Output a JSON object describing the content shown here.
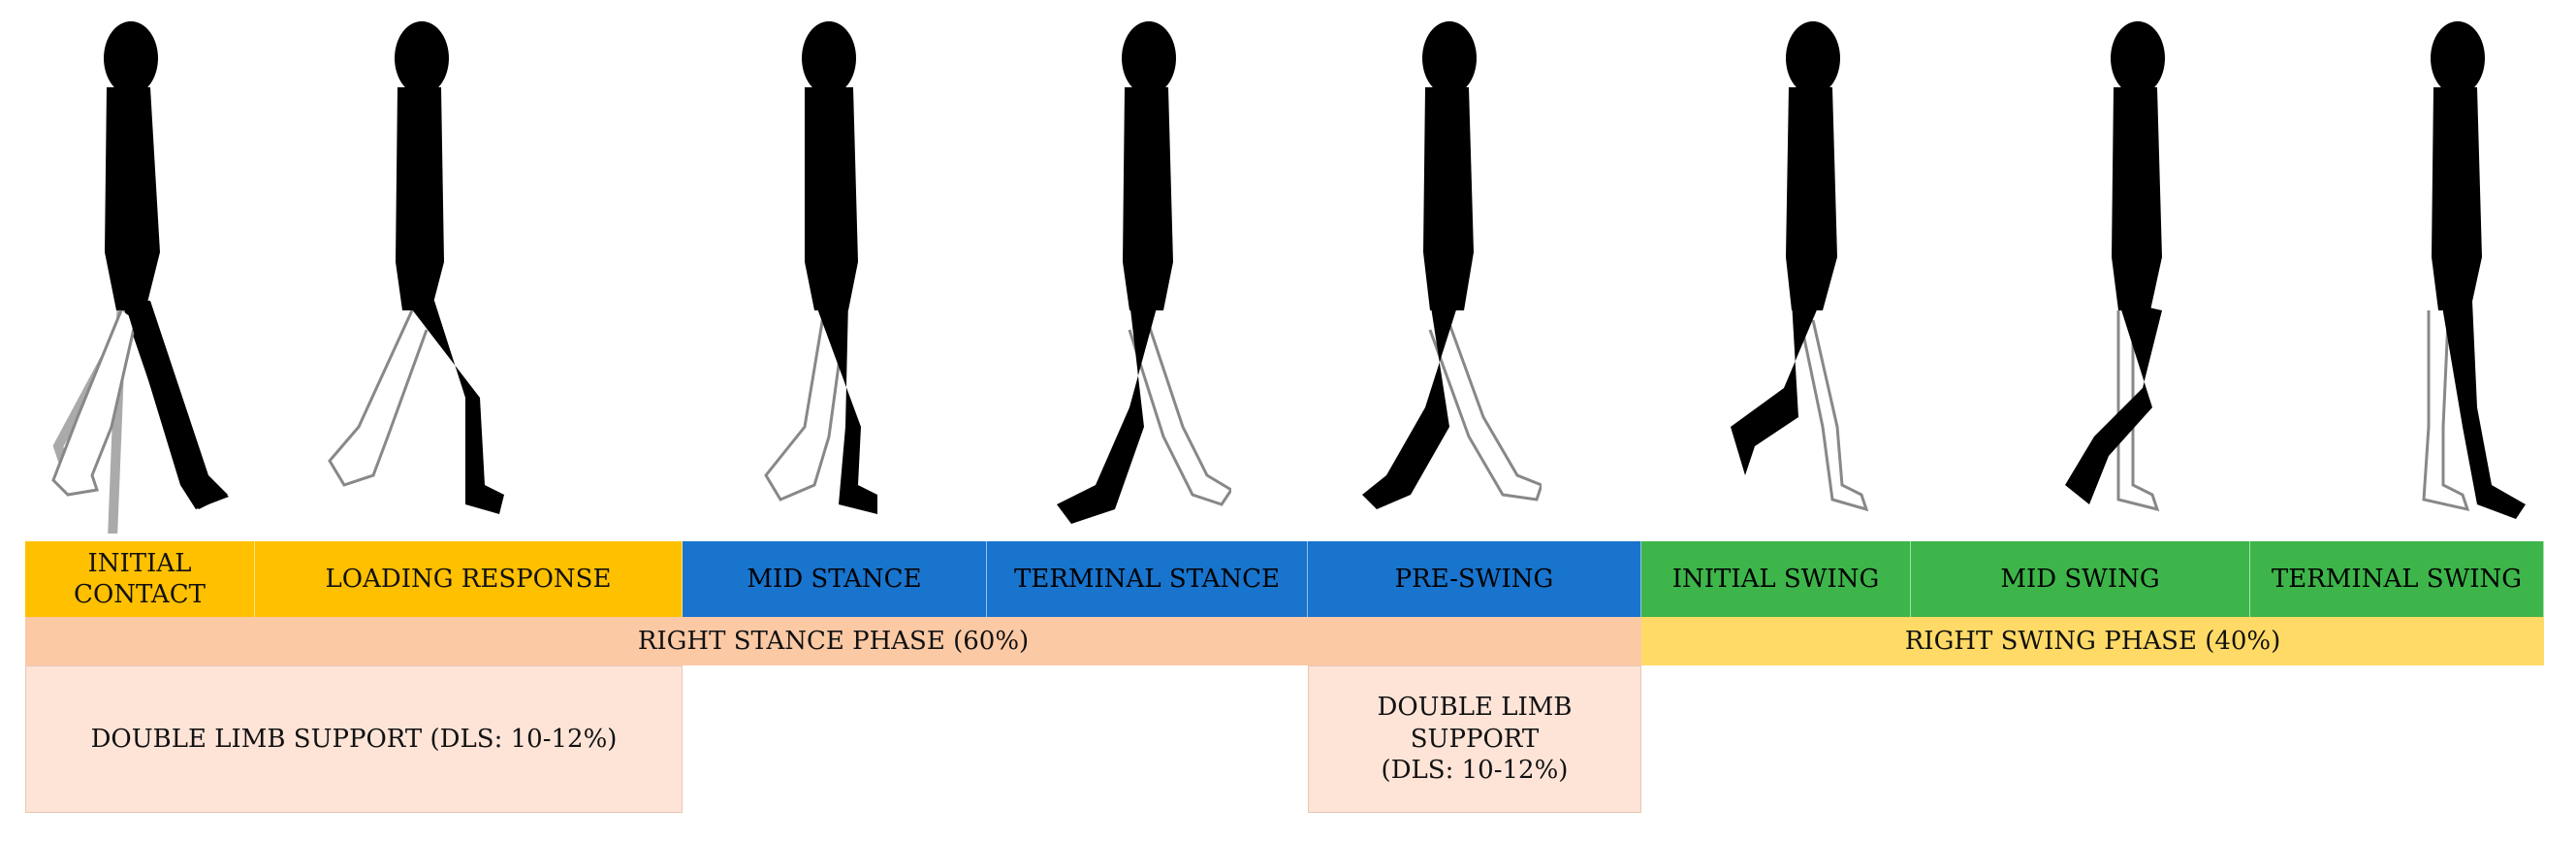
{
  "colors": {
    "stance_early": "#FFC000",
    "stance_mid": "#1874CD",
    "swing": "#3DB54A",
    "stance_phase": "#FCC9A5",
    "swing_phase": "#FFDA66",
    "double_support": "#FDE4D7"
  },
  "subphases": [
    {
      "label": "INITIAL CONTACT",
      "color": "orange"
    },
    {
      "label": "LOADING RESPONSE",
      "color": "orange"
    },
    {
      "label": "MID STANCE",
      "color": "blue"
    },
    {
      "label": "TERMINAL STANCE",
      "color": "blue"
    },
    {
      "label": "PRE-SWING",
      "color": "blue"
    },
    {
      "label": "INITIAL SWING",
      "color": "green"
    },
    {
      "label": "MID SWING",
      "color": "green"
    },
    {
      "label": "TERMINAL SWING",
      "color": "green"
    }
  ],
  "phases": {
    "stance": "RIGHT STANCE PHASE (60%)",
    "swing": "RIGHT SWING PHASE (40%)"
  },
  "double_support": {
    "first": "DOUBLE LIMB SUPPORT (DLS: 10-12%)",
    "second": "DOUBLE LIMB SUPPORT (DLS: 10-12%)"
  },
  "figures": [
    "walking-figure-initial-contact",
    "walking-figure-loading-response",
    "walking-figure-mid-stance",
    "walking-figure-terminal-stance",
    "walking-figure-pre-swing",
    "walking-figure-initial-swing",
    "walking-figure-mid-swing",
    "walking-figure-terminal-swing"
  ]
}
